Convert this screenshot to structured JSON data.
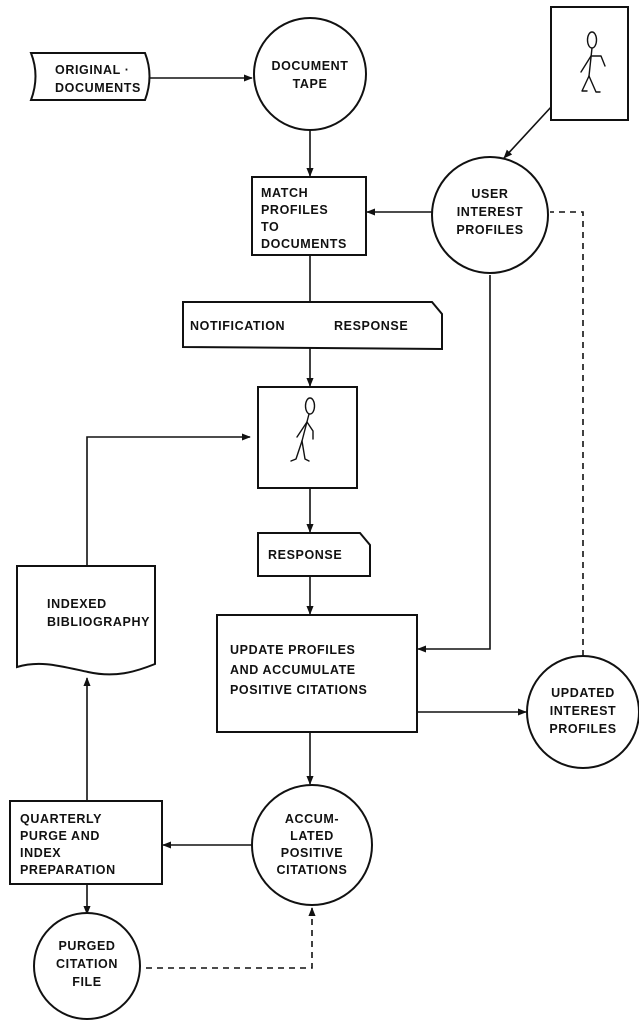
{
  "nodes": {
    "original_documents": [
      "ORIGINAL ·",
      "DOCUMENTS"
    ],
    "document_tape": [
      "DOCUMENT",
      "TAPE"
    ],
    "match_profiles": [
      "MATCH",
      "PROFILES",
      "TO",
      "DOCUMENTS"
    ],
    "user_interest_profiles": [
      "USER",
      "INTEREST",
      "PROFILES"
    ],
    "notification_response": {
      "left": "NOTIFICATION",
      "right": "RESPONSE"
    },
    "response": "RESPONSE",
    "indexed_bibliography": [
      "INDEXED",
      "BIBLIOGRAPHY"
    ],
    "update_profiles": [
      "UPDATE PROFILES",
      "AND ACCUMULATE",
      "POSITIVE CITATIONS"
    ],
    "updated_interest_profiles": [
      "UPDATED",
      "INTEREST",
      "PROFILES"
    ],
    "quarterly_purge": [
      "QUARTERLY",
      "PURGE AND",
      "INDEX",
      "PREPARATION"
    ],
    "accumulated_positive_citations": [
      "ACCUM-",
      "LATED",
      "POSITIVE",
      "CITATIONS"
    ],
    "purged_citation_file": [
      "PURGED",
      "CITATION",
      "FILE"
    ]
  }
}
